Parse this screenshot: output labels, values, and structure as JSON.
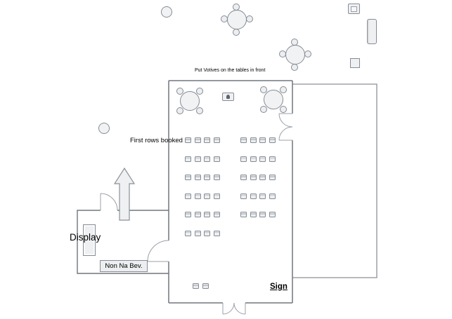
{
  "annotations": {
    "votives_note": "Put Votives on the tables in front",
    "first_rows_note": "First rows booked",
    "display_label": "Display",
    "beverage_station_label": "Non Na Bev.",
    "sign_label": "Sign"
  },
  "seating": {
    "left_block": {
      "rows": 6,
      "cols": 4
    },
    "right_block": {
      "rows": 5,
      "cols": 4
    },
    "back_row": {
      "rows": 1,
      "cols": 2
    },
    "chairs_per_round_table": 4,
    "round_tables_in_room": 2,
    "round_tables_outside": 2,
    "cocktail_tables": 2
  },
  "colors": {
    "wall": "#71767e",
    "door": "#8b9199",
    "object_stroke": "#868c94",
    "object_fill": "#eceef0",
    "text": "#000000",
    "background": "#ffffff"
  }
}
